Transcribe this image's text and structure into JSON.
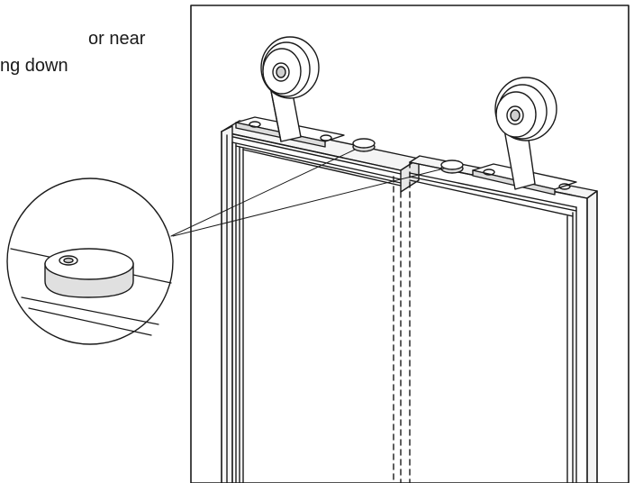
{
  "caption": {
    "line1": "or near",
    "line2": "ng down"
  },
  "colors": {
    "ink": "#1a1a1a",
    "paper": "#ffffff",
    "shade": "#cfcfcf",
    "panel": "#f4f4f4"
  },
  "icons": {
    "magnifier": "detail-magnifier-circle",
    "bumper": "door-stop-bumper",
    "roller": "hanger-roller-wheel"
  }
}
